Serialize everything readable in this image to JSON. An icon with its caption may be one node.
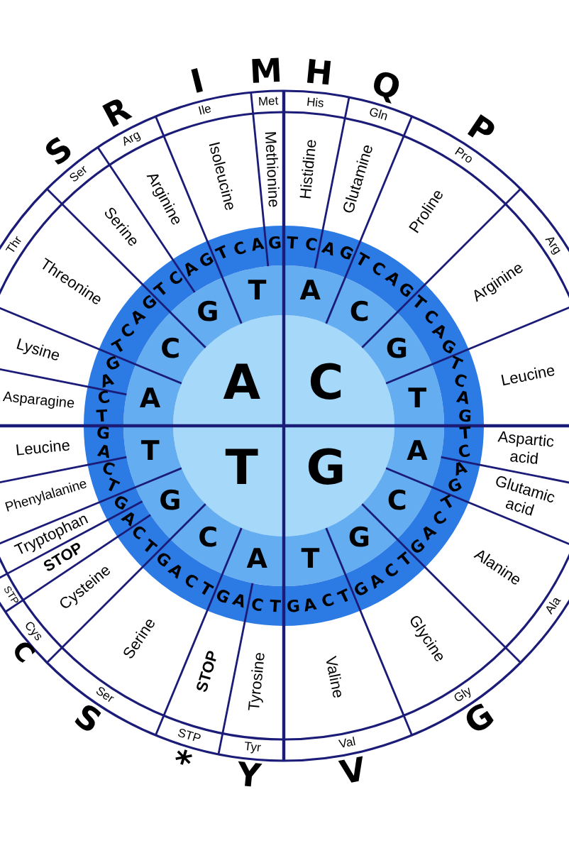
{
  "diagram": {
    "nodes": [
      {
        "text": [
          "A"
        ]
      },
      {
        "text": [
          "C"
        ]
      },
      {
        "text": [
          "T"
        ]
      },
      {
        "text": [
          "G"
        ]
      },
      {
        "text": [
          "A"
        ]
      },
      {
        "text": [
          "C"
        ]
      },
      {
        "text": [
          "G"
        ]
      },
      {
        "text": [
          "T"
        ]
      },
      {
        "text": [
          "A"
        ]
      },
      {
        "text": [
          "C"
        ]
      },
      {
        "text": [
          "G"
        ]
      },
      {
        "text": [
          "T"
        ]
      },
      {
        "text": [
          "A"
        ]
      },
      {
        "text": [
          "C"
        ]
      },
      {
        "text": [
          "G"
        ]
      },
      {
        "text": [
          "T"
        ]
      },
      {
        "text": [
          "A"
        ]
      },
      {
        "text": [
          "C"
        ]
      },
      {
        "text": [
          "G"
        ]
      },
      {
        "text": [
          "T"
        ]
      },
      {
        "text": [
          "T",
          "C"
        ]
      },
      {
        "text": [
          "A",
          "G"
        ]
      },
      {
        "text": [
          "T",
          "C",
          "A",
          "G"
        ]
      },
      {
        "text": [
          "T",
          "C",
          "A",
          "G"
        ]
      },
      {
        "text": [
          "T",
          "C",
          "A",
          "G"
        ]
      },
      {
        "text": [
          "T",
          "C"
        ]
      },
      {
        "text": [
          "A",
          "G"
        ]
      },
      {
        "text": [
          "T",
          "C",
          "A",
          "G"
        ]
      },
      {
        "text": [
          "T",
          "C",
          "A",
          "G"
        ]
      },
      {
        "text": [
          "T",
          "C",
          "A",
          "G"
        ]
      },
      {
        "text": [
          "T",
          "C"
        ]
      },
      {
        "text": [
          "A",
          "G"
        ]
      },
      {
        "text": [
          "T",
          "C",
          "A",
          "G"
        ]
      },
      {
        "text": [
          "T",
          "C"
        ]
      },
      {
        "text": [
          "A"
        ]
      },
      {
        "text": [
          "G"
        ]
      },
      {
        "text": [
          "T",
          "C"
        ]
      },
      {
        "text": [
          "A",
          "G"
        ]
      },
      {
        "text": [
          "T",
          "C"
        ]
      },
      {
        "text": [
          "A",
          "G"
        ]
      },
      {
        "text": [
          "T",
          "C",
          "A",
          "G"
        ]
      },
      {
        "text": [
          "T",
          "C"
        ]
      },
      {
        "text": [
          "A",
          "G"
        ]
      },
      {
        "text": [
          "T",
          "C",
          "A"
        ]
      },
      {
        "text": [
          "G"
        ]
      },
      {
        "text": [
          "Histidine"
        ]
      },
      {
        "text": [
          "Glutamine"
        ]
      },
      {
        "text": [
          "Proline"
        ]
      },
      {
        "text": [
          "Arginine"
        ]
      },
      {
        "text": [
          "Leucine"
        ]
      },
      {
        "text": [
          "Aspartic acid"
        ]
      },
      {
        "text": [
          "Glutamic acid"
        ]
      },
      {
        "text": [
          "Alanine"
        ]
      },
      {
        "text": [
          "Glycine"
        ]
      },
      {
        "text": [
          "Valine"
        ]
      },
      {
        "text": [
          "Tyrosine"
        ]
      },
      {
        "text": [
          "STOP"
        ]
      },
      {
        "text": [
          "Serine"
        ]
      },
      {
        "text": [
          "Cysteine"
        ]
      },
      {
        "text": [
          "STOP"
        ]
      },
      {
        "text": [
          "Tryptophan"
        ]
      },
      {
        "text": [
          "Phenylalanine"
        ]
      },
      {
        "text": [
          "Leucine"
        ]
      },
      {
        "text": [
          "Asparagine"
        ]
      },
      {
        "text": [
          "Lysine"
        ]
      },
      {
        "text": [
          "Threonine"
        ]
      },
      {
        "text": [
          "Serine"
        ]
      },
      {
        "text": [
          "Arginine"
        ]
      },
      {
        "text": [
          "Isoleucine"
        ]
      },
      {
        "text": [
          "Methionine"
        ]
      },
      {
        "text": [
          "His"
        ],
        "beside": [
          "H"
        ]
      },
      {
        "text": [
          "Gln"
        ],
        "beside": [
          "Q"
        ]
      },
      {
        "text": [
          "Pro"
        ],
        "beside": [
          "P"
        ]
      },
      {
        "text": [
          "Arg"
        ]
      },
      {
        "text": [
          "Ala"
        ]
      },
      {
        "text": [
          "Gly"
        ],
        "beside": [
          "G"
        ]
      },
      {
        "text": [
          "Val"
        ],
        "beside": [
          "V"
        ]
      },
      {
        "text": [
          "Tyr"
        ],
        "beside": [
          "Y"
        ]
      },
      {
        "text": [
          "STP"
        ],
        "beside": [
          "*"
        ]
      },
      {
        "text": [
          "Ser"
        ],
        "beside": [
          "S"
        ]
      },
      {
        "text": [
          "Cys"
        ],
        "beside": [
          "C"
        ]
      },
      {
        "text": [
          "STP"
        ]
      },
      {
        "text": [
          "Thr"
        ]
      },
      {
        "text": [
          "Ser"
        ],
        "beside": [
          "S"
        ]
      },
      {
        "text": [
          "Arg"
        ],
        "beside": [
          "R"
        ]
      },
      {
        "text": [
          "Ile"
        ],
        "beside": [
          "I"
        ]
      },
      {
        "text": [
          "Met"
        ],
        "beside": [
          "M"
        ]
      }
    ]
  }
}
